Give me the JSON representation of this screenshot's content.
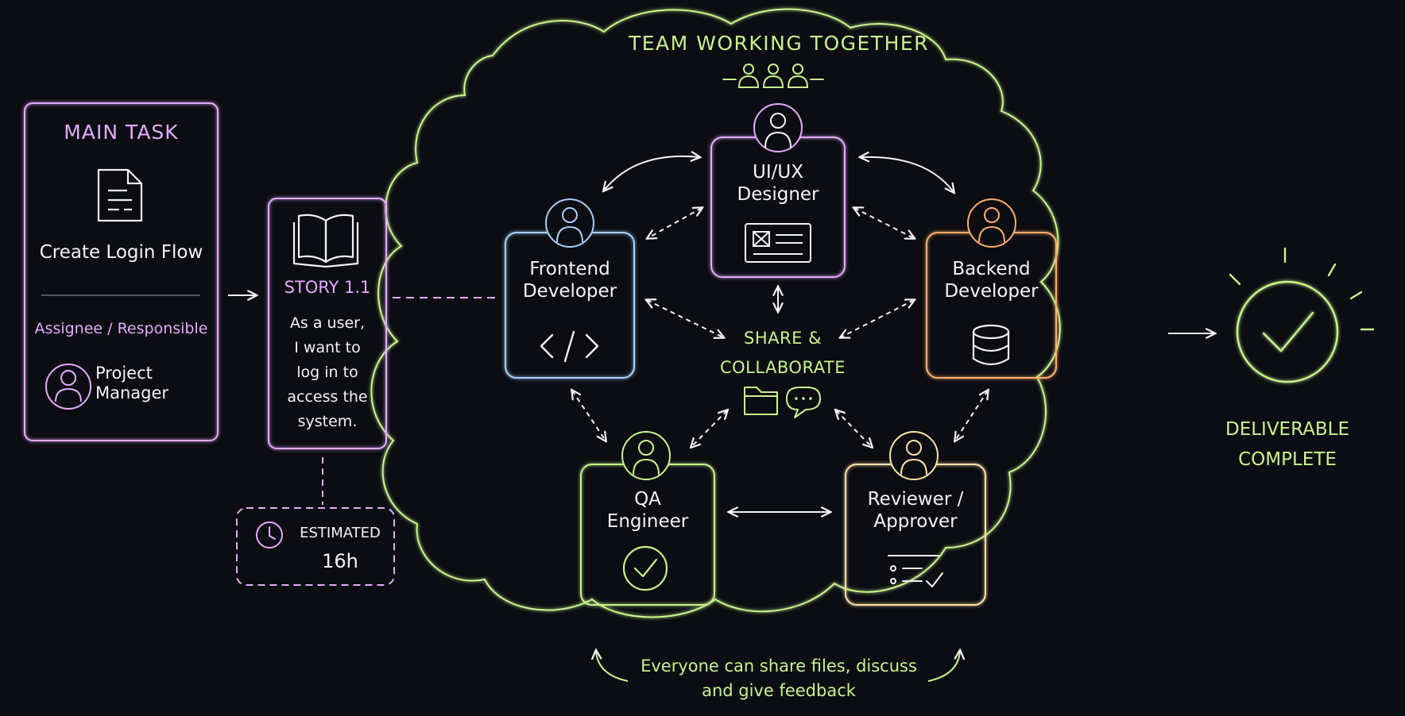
{
  "main_task": {
    "heading": "MAIN TASK",
    "task_name": "Create Login Flow",
    "assignee_label": "Assignee / Responsible",
    "assignee_name_line1": "Project",
    "assignee_name_line2": "Manager"
  },
  "story": {
    "heading": "STORY 1.1",
    "line1": "As a user,",
    "line2": "I want to",
    "line3": "log in to",
    "line4": "access the",
    "line5": "system."
  },
  "estimate": {
    "label": "ESTIMATED",
    "value": "16h"
  },
  "team": {
    "heading": "TEAM WORKING TOGETHER",
    "center_line1": "SHARE &",
    "center_line2": "COLLABORATE",
    "footer_line1": "Everyone can share files, discuss",
    "footer_line2": "and give feedback",
    "roles": {
      "designer": {
        "line1": "UI/UX",
        "line2": "Designer"
      },
      "frontend": {
        "line1": "Frontend",
        "line2": "Developer"
      },
      "backend": {
        "line1": "Backend",
        "line2": "Developer"
      },
      "qa": {
        "line1": "QA",
        "line2": "Engineer"
      },
      "reviewer": {
        "line1": "Reviewer /",
        "line2": "Approver"
      }
    }
  },
  "deliverable": {
    "line1": "DELIVERABLE",
    "line2": "COMPLETE"
  },
  "colors": {
    "background": "#0b0d12",
    "purple": "#e5aaff",
    "green": "#c9f28e",
    "blue": "#a6cfff",
    "orange": "#ffad6a",
    "yellow": "#ffe2a6",
    "white": "#f3f3f3"
  }
}
